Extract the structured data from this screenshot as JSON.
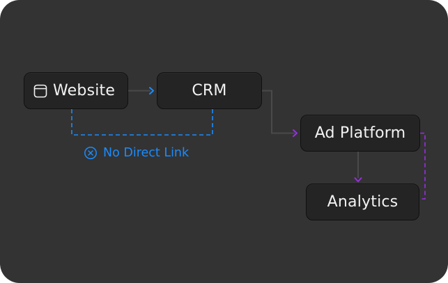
{
  "nodes": {
    "website": {
      "label": "Website",
      "icon": "browser-window-icon"
    },
    "crm": {
      "label": "CRM"
    },
    "ad_platform": {
      "label": "Ad Platform"
    },
    "analytics": {
      "label": "Analytics"
    }
  },
  "annotation": {
    "no_direct_link": {
      "label": "No Direct Link",
      "icon": "circle-x-icon"
    }
  },
  "colors": {
    "background": "#333333",
    "node_fill": "#242424",
    "node_text": "#f2f2f2",
    "connector_gray": "#4a4a4a",
    "connector_blue": "#1a8cff",
    "connector_purple": "#9a2ee6"
  }
}
